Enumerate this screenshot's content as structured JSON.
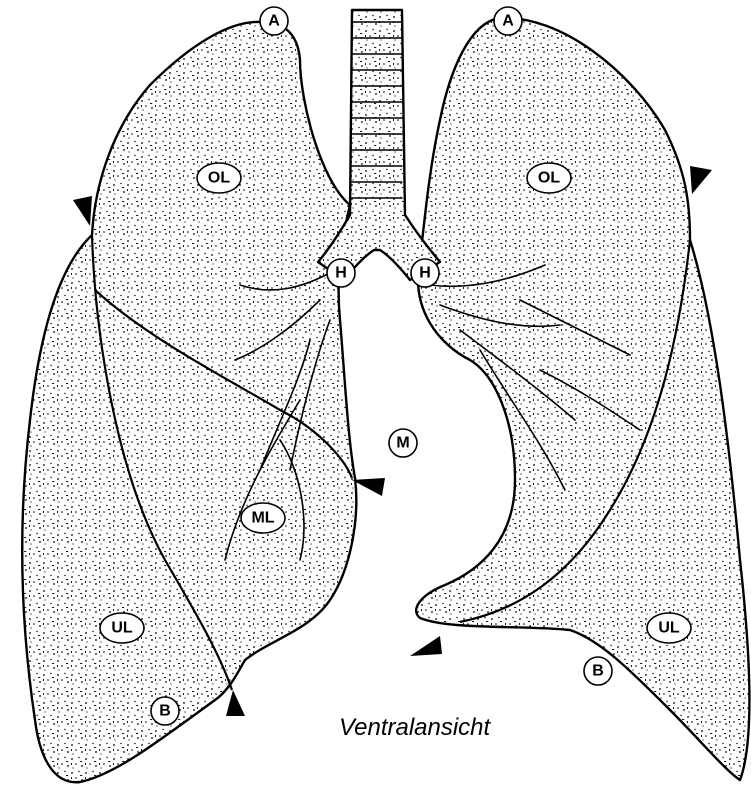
{
  "caption": "Ventralansicht",
  "labels": {
    "apex_left": "A",
    "apex_right": "A",
    "upper_lobe_left": "OL",
    "upper_lobe_right": "OL",
    "hilum_left": "H",
    "hilum_right": "H",
    "mediastinum": "M",
    "middle_lobe": "ML",
    "lower_lobe_left": "UL",
    "lower_lobe_right": "UL",
    "base_left": "B",
    "base_right": "B"
  },
  "colors": {
    "ink": "#000000",
    "paper": "#ffffff"
  }
}
